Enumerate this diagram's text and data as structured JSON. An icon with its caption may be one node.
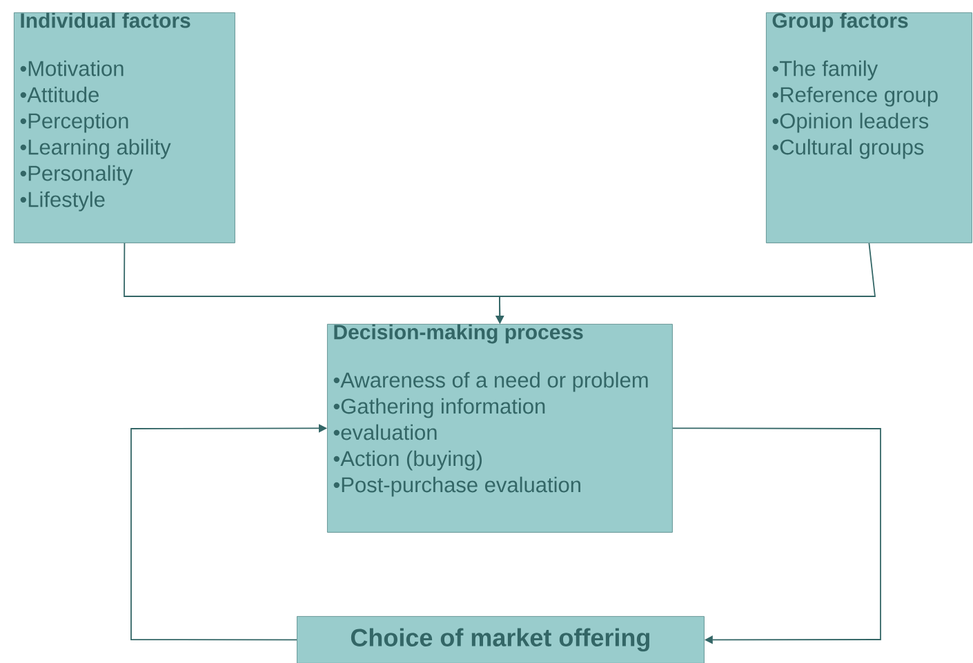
{
  "diagram": {
    "nodes": [
      {
        "text": [
          "Individual factors",
          "•Motivation",
          "•Attitude",
          "•Perception",
          "•Learning ability",
          "•Personality",
          "•Lifestyle"
        ]
      },
      {
        "text": [
          "Group factors",
          "•The family",
          "•Reference group",
          "•Opinion leaders",
          "•Cultural groups"
        ]
      },
      {
        "text": [
          "Decision-making process",
          "•Awareness of a need or problem",
          "•Gathering information",
          "•evaluation",
          "•Action (buying)",
          "•Post-purchase evaluation"
        ]
      },
      {
        "text": [
          "Choice of market offering"
        ]
      }
    ],
    "edges": [
      {
        "from": 0,
        "to": 2,
        "arrow": "to"
      },
      {
        "from": 1,
        "to": 2,
        "arrow": "to"
      },
      {
        "from": 2,
        "to": 3,
        "arrow": "to"
      },
      {
        "from": 3,
        "to": 2,
        "arrow": "to"
      }
    ]
  }
}
